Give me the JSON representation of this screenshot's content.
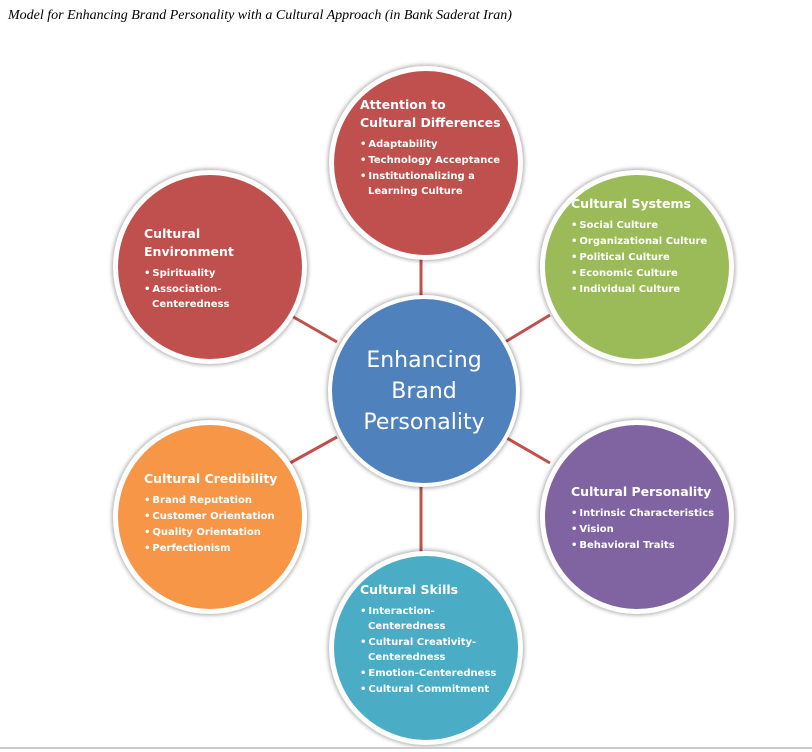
{
  "caption": "Model for Enhancing Brand Personality with a Cultural Approach (in Bank Saderat Iran)",
  "center": {
    "label": "Enhancing Brand Personality",
    "color": "#4F81BD"
  },
  "nodes": [
    {
      "title": "Attention to Cultural Differences",
      "color": "#C0504D",
      "items": [
        "Adaptability",
        "Technology Acceptance",
        "Institutionalizing a Learning Culture"
      ]
    },
    {
      "title": "Cultural Systems",
      "color": "#9BBB59",
      "items": [
        "Social Culture",
        "Organizational Culture",
        "Political Culture",
        "Economic Culture",
        "Individual Culture"
      ]
    },
    {
      "title": "Cultural Personality",
      "color": "#8064A2",
      "items": [
        "Intrinsic Characteristics",
        "Vision",
        "Behavioral Traits"
      ]
    },
    {
      "title": "Cultural Skills",
      "color": "#4BACC6",
      "items": [
        "Interaction-Centeredness",
        "Cultural Creativity-Centeredness",
        "Emotion-Centeredness",
        "Cultural Commitment"
      ]
    },
    {
      "title": "Cultural Credibility",
      "color": "#F79646",
      "items": [
        "Brand Reputation",
        "Customer Orientation",
        "Quality Orientation",
        "Perfectionism"
      ]
    },
    {
      "title": "Cultural Environment",
      "color": "#C0504D",
      "items": [
        "Spirituality",
        "Association-Centeredness"
      ]
    }
  ],
  "connector_color": "#C0504D"
}
